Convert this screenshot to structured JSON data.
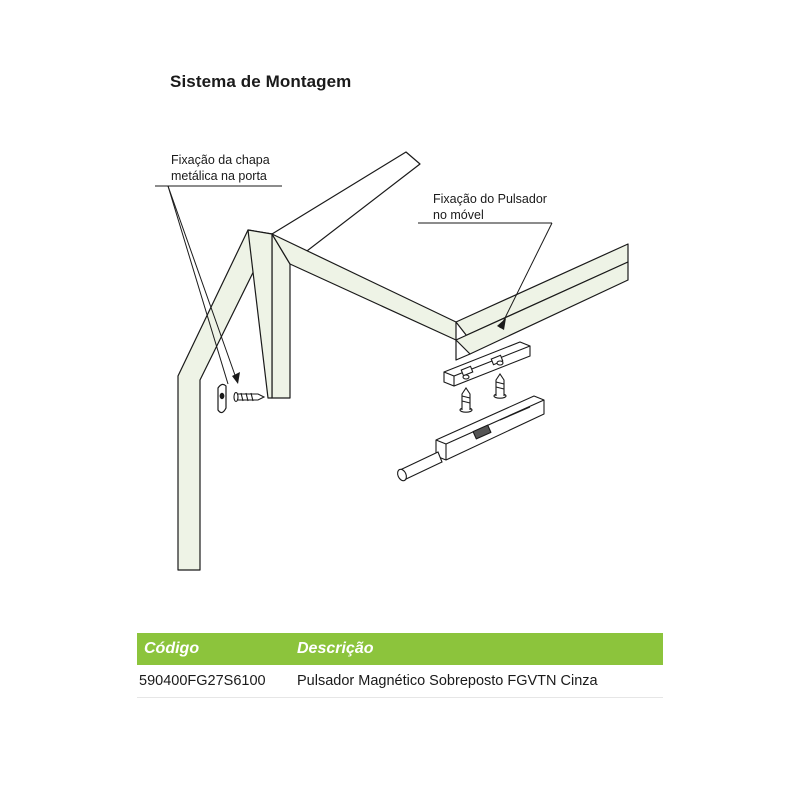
{
  "title": "Sistema de Montagem",
  "callout_door": {
    "line1": "Fixação da chapa",
    "line2": "metálica na porta"
  },
  "callout_cabinet": {
    "line1": "Fixação do Pulsador",
    "line2": "no móvel"
  },
  "colors": {
    "panel_fill": "#eef3e6",
    "line": "#1a1a1a",
    "header_green": "#8cc43c"
  },
  "table": {
    "headers": {
      "code": "Código",
      "description": "Descrição"
    },
    "rows": [
      {
        "code": "590400FG27S6100",
        "description": "Pulsador Magnético Sobreposto FGVTN Cinza"
      }
    ]
  }
}
